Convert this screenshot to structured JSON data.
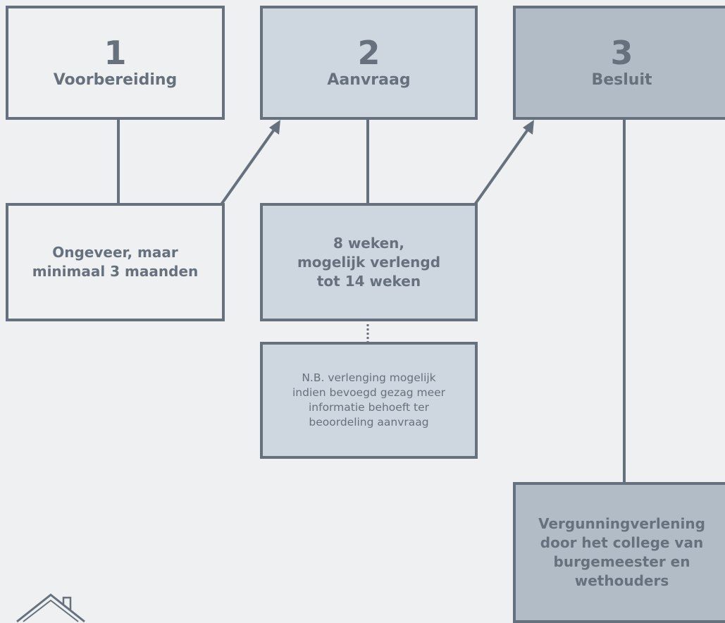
{
  "colors": {
    "background": "#eef0f2",
    "stroke": "#66717d",
    "text": "#66717d",
    "step1_fill": "#eef0f2",
    "step2_fill": "#ced7df",
    "step3_fill": "#b1bcc6"
  },
  "steps": [
    {
      "number": "1",
      "label": "Voorbereiding",
      "duration": "Ongeveer, maar\nminimaal 3 maanden"
    },
    {
      "number": "2",
      "label": "Aanvraag",
      "duration": "8 weken,\nmogelijk verlengd\ntot 14 weken",
      "note": "N.B. verlenging mogelijk\nindien bevoegd gezag meer\ninformatie behoeft ter\nbeoordeling aanvraag"
    },
    {
      "number": "3",
      "label": "Besluit",
      "result": "Vergunningverlening\ndoor het college van\nburgemeester en\nwethouders"
    }
  ],
  "logo": {
    "icon": "house-icon"
  }
}
